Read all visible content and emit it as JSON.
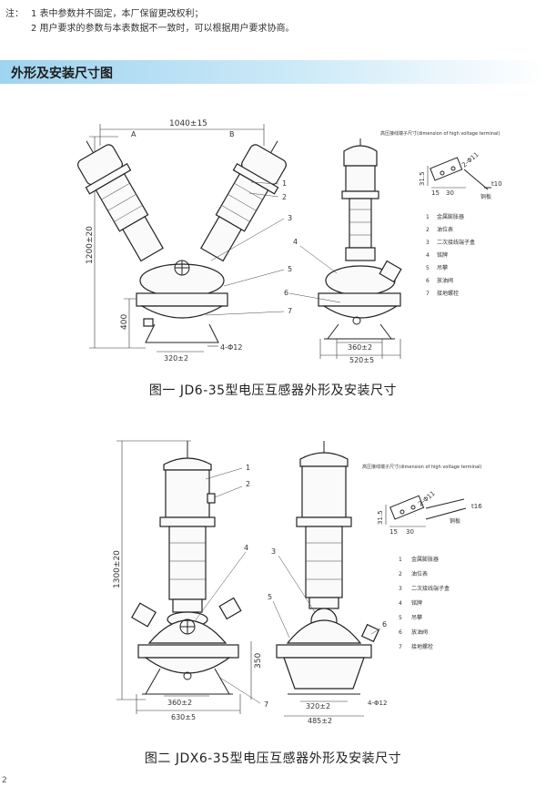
{
  "notes": {
    "lead": "注：",
    "line1": "1 表中参数并不固定，本厂保留更改权利；",
    "line2": "2 用户要求的参数与本表数据不一致时，可以根据用户要求协商。"
  },
  "section_title": "外形及安装尺寸图",
  "fig1": {
    "caption": "图一  JD6-35型电压互感器外形及安装尺寸",
    "dims": {
      "width_top": "1040±15",
      "height_left": "1200±20",
      "height_base": "400",
      "base_bottom": "320±2",
      "bolt": "4-Φ12",
      "side_bottom_a": "360±2",
      "side_bottom_b": "520±5"
    },
    "terminal_labels": {
      "a": "A",
      "b": "B"
    },
    "terminal": {
      "title": "高压接线端子尺寸(dimension of high voltage terminal)",
      "d1": "31.5",
      "d2": "15",
      "d3": "30",
      "hole": "2-Φ11",
      "thick": "t10",
      "material": "铜板"
    },
    "callouts": [
      "1",
      "2",
      "3",
      "4",
      "5",
      "6",
      "7"
    ],
    "legend": [
      {
        "n": "1",
        "t": "金属膨胀器"
      },
      {
        "n": "2",
        "t": "油位表"
      },
      {
        "n": "3",
        "t": "二次接线端子盒"
      },
      {
        "n": "4",
        "t": "铭牌"
      },
      {
        "n": "5",
        "t": "吊攀"
      },
      {
        "n": "6",
        "t": "放油阀"
      },
      {
        "n": "7",
        "t": "接地螺栓"
      }
    ]
  },
  "fig2": {
    "caption": "图二  JDX6-35型电压互感器外形及安装尺寸",
    "dims": {
      "height_left": "1300±20",
      "height_base": "350",
      "base_a": "360±2",
      "base_b": "630±5",
      "side_a": "320±2",
      "side_b": "485±2",
      "bolt": "4-Φ12"
    },
    "terminal": {
      "title": "高压接线端子尺寸(dimension of high voltage terminal)",
      "d1": "31.5",
      "d2": "15",
      "d3": "30",
      "hole": "2-Φ11",
      "thick": "t16",
      "material": "铜板"
    },
    "callouts": [
      "1",
      "2",
      "3",
      "4",
      "5",
      "6",
      "7"
    ],
    "legend": [
      {
        "n": "1",
        "t": "金属膨胀器"
      },
      {
        "n": "2",
        "t": "油位表"
      },
      {
        "n": "3",
        "t": "二次接线端子盒"
      },
      {
        "n": "4",
        "t": "铭牌"
      },
      {
        "n": "5",
        "t": "吊攀"
      },
      {
        "n": "6",
        "t": "放油阀"
      },
      {
        "n": "7",
        "t": "接地螺栓"
      }
    ]
  },
  "page_number": "2"
}
